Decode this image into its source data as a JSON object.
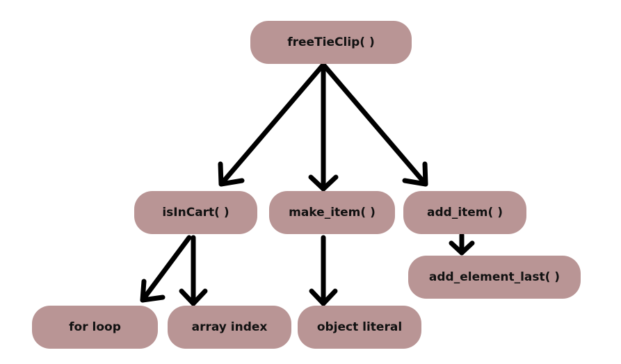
{
  "diagram": {
    "colors": {
      "node_fill": "#b99595",
      "text": "#111111",
      "arrow": "#000000",
      "background": "#ffffff"
    },
    "nodes": {
      "root": {
        "label": "freeTieClip( )"
      },
      "isincart": {
        "label": "isInCart( )"
      },
      "makeitem": {
        "label": "make_item( )"
      },
      "additem": {
        "label": "add_item( )"
      },
      "addlast": {
        "label": "add_element_last( )"
      },
      "forloop": {
        "label": "for loop"
      },
      "arrayindex": {
        "label": "array index"
      },
      "objlit": {
        "label": "object literal"
      }
    },
    "edges": [
      {
        "from": "root",
        "to": "isincart"
      },
      {
        "from": "root",
        "to": "makeitem"
      },
      {
        "from": "root",
        "to": "additem"
      },
      {
        "from": "isincart",
        "to": "forloop"
      },
      {
        "from": "isincart",
        "to": "arrayindex"
      },
      {
        "from": "makeitem",
        "to": "objlit"
      },
      {
        "from": "additem",
        "to": "addlast"
      }
    ]
  }
}
